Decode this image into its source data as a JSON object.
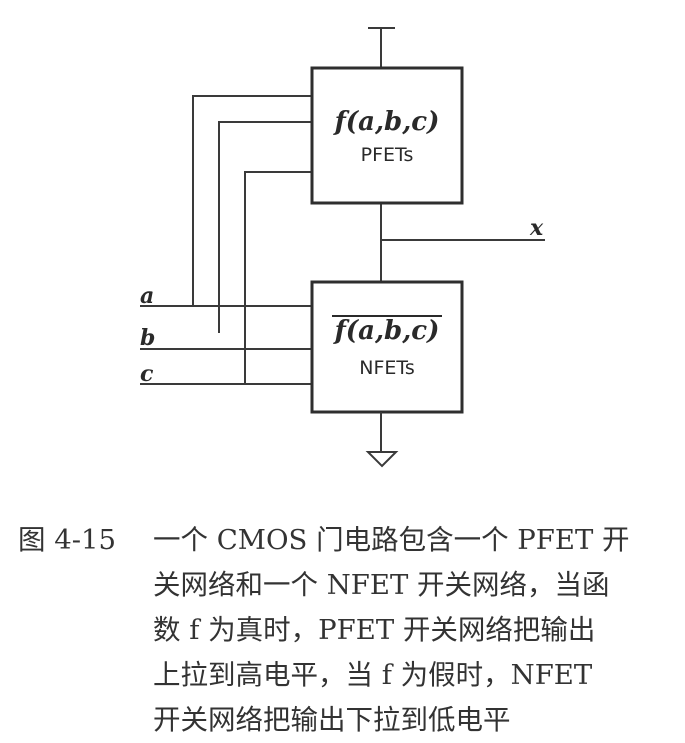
{
  "diagram": {
    "top_box": {
      "function": "f(a,b,c)",
      "network": "PFETs"
    },
    "bottom_box": {
      "function": "f(a,b,c)",
      "network": "NFETs"
    },
    "inputs": [
      "a",
      "b",
      "c"
    ],
    "output": "x"
  },
  "caption": {
    "label": "图 4-15",
    "lines": [
      "一个 CMOS 门电路包含一个 PFET 开",
      "关网络和一个 NFET 开关网络，当函",
      "数 f 为真时，PFET 开关网络把输出",
      "上拉到高电平，当 f 为假时，NFET",
      "开关网络把输出下拉到低电平"
    ]
  }
}
